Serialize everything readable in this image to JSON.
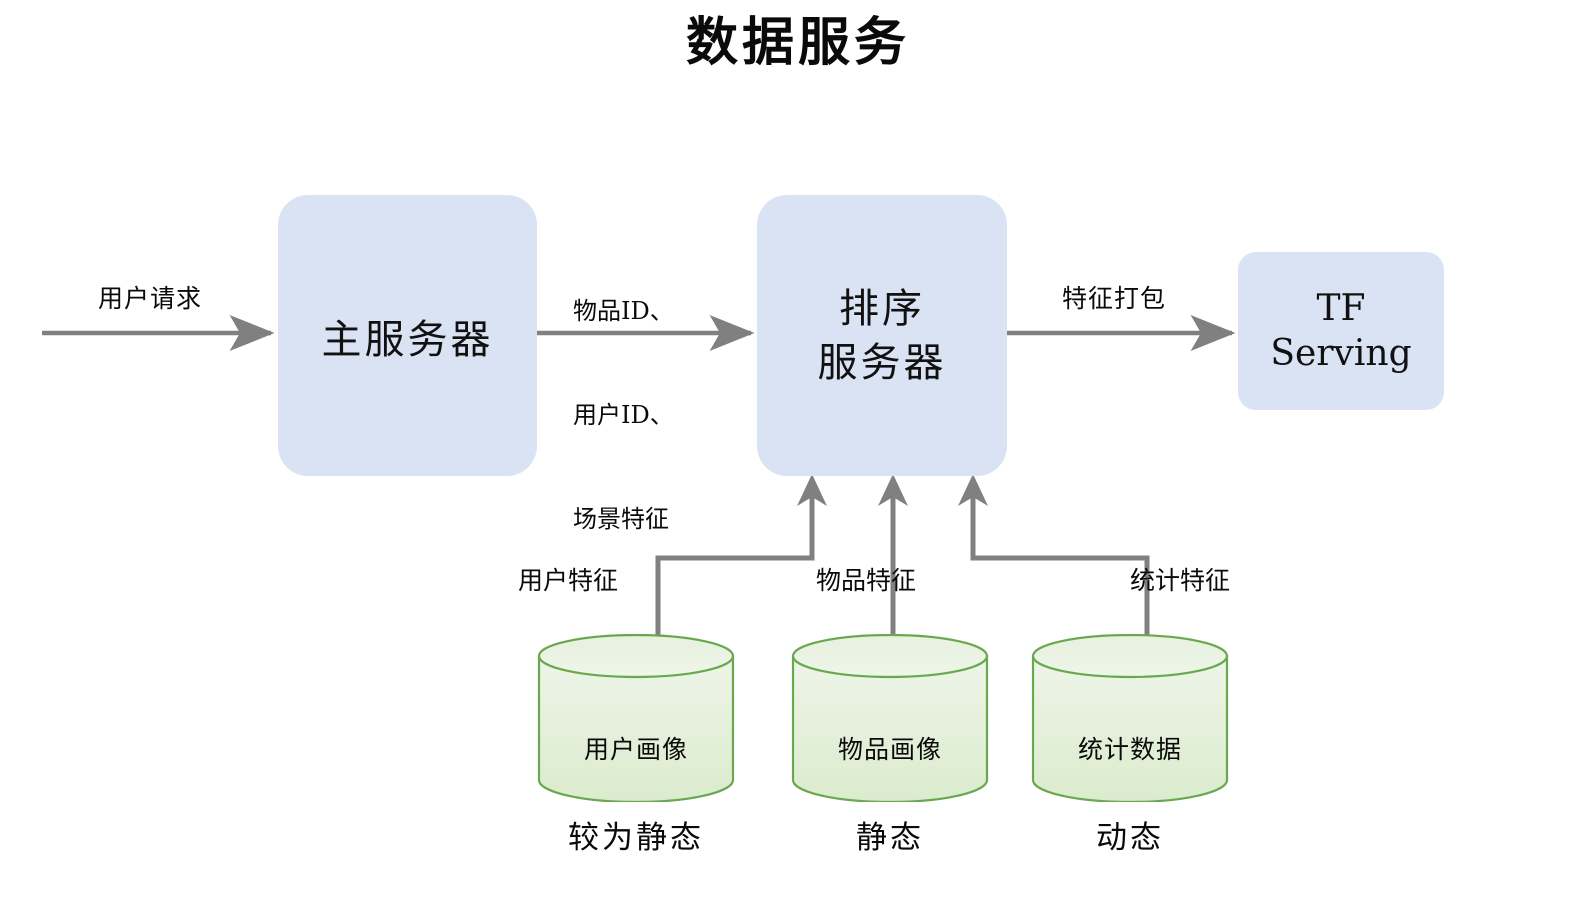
{
  "title": "数据服务",
  "colors": {
    "process_fill": "#dae3f3",
    "cylinder_fill_top": "#eaf3e2",
    "cylinder_fill_bottom": "#dcecd0",
    "cylinder_stroke": "#6aa84f",
    "arrow": "#808080",
    "text": "#0a0a0a",
    "background": "#ffffff"
  },
  "nodes": {
    "main_server": "主服务器",
    "ranking_server_line1": "排序",
    "ranking_server_line2": "服务器",
    "tf_serving_line1": "TF",
    "tf_serving_line2": "Serving"
  },
  "edges": {
    "user_request": "用户请求",
    "ids_line1": "物品ID、",
    "ids_line2": "用户ID、",
    "ids_line3": "场景特征",
    "feature_pack": "特征打包",
    "user_feature": "用户特征",
    "item_feature": "物品特征",
    "stat_feature": "统计特征"
  },
  "stores": [
    {
      "name": "用户画像",
      "caption": "较为静态"
    },
    {
      "name": "物品画像",
      "caption": "静态"
    },
    {
      "name": "统计数据",
      "caption": "动态"
    }
  ]
}
